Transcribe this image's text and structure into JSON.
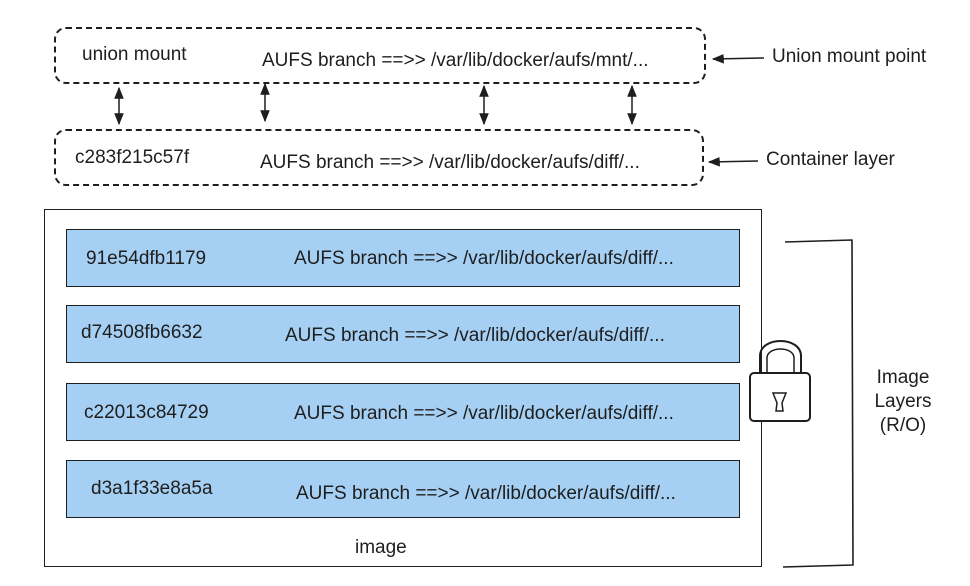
{
  "union_mount": {
    "name": "union mount",
    "branch": "AUFS branch ==>> /var/lib/docker/aufs/mnt/...",
    "annotation": "Union mount point"
  },
  "container_layer": {
    "name": "c283f215c57f",
    "branch": "AUFS branch ==>> /var/lib/docker/aufs/diff/...",
    "annotation": "Container layer"
  },
  "image": {
    "label": "image",
    "layers": [
      {
        "id": "91e54dfb1179",
        "branch": "AUFS branch ==>> /var/lib/docker/aufs/diff/..."
      },
      {
        "id": "d74508fb6632",
        "branch": "AUFS branch ==>> /var/lib/docker/aufs/diff/..."
      },
      {
        "id": "c22013c84729",
        "branch": "AUFS branch ==>> /var/lib/docker/aufs/diff/..."
      },
      {
        "id": "d3a1f33e8a5a",
        "branch": "AUFS branch ==>> /var/lib/docker/aufs/diff/..."
      }
    ],
    "annotation": {
      "line1": "Image",
      "line2": "Layers",
      "line3": "(R/O)"
    },
    "lock_icon": "padlock-icon"
  },
  "colors": {
    "layer_fill": "#a5d0f3",
    "stroke": "#1e1e1e"
  }
}
